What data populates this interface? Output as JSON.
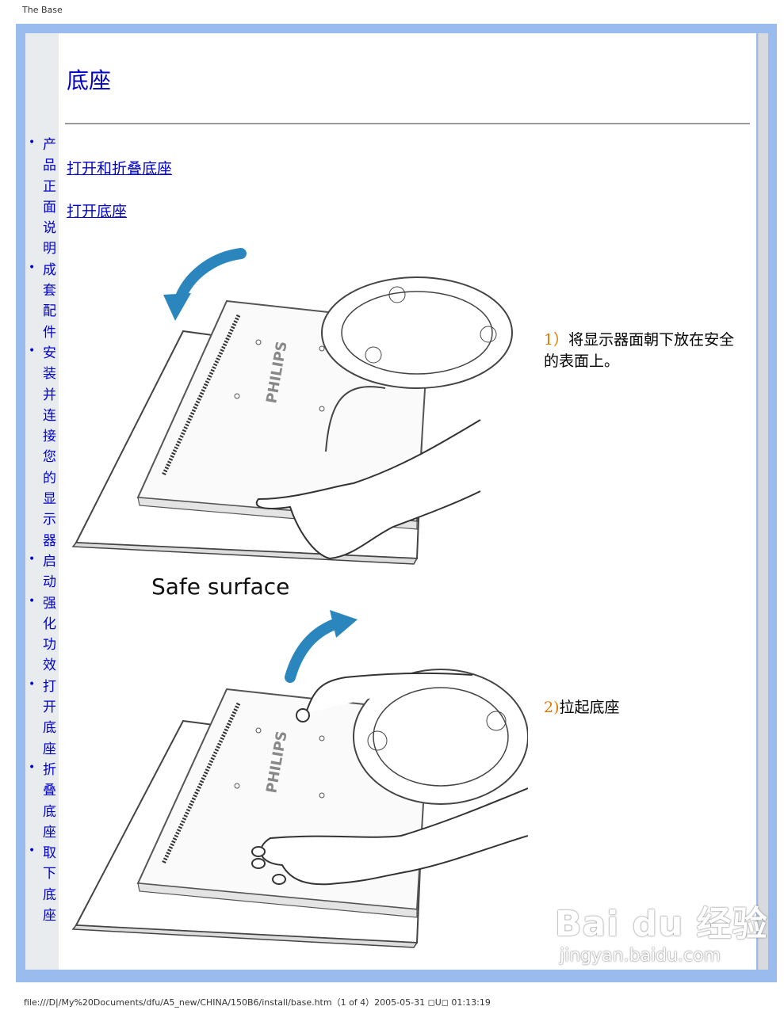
{
  "print_header": "The Base",
  "print_footer": "file:///D|/My%20Documents/dfu/A5_new/CHINA/150B6/install/base.htm（1 of 4）2005-05-31 ◻U◻   01:13:19",
  "page_title": "底座",
  "nav": [
    {
      "label": "产品正面说明"
    },
    {
      "label": "成套配件"
    },
    {
      "label": "安装并连接您的显示器"
    },
    {
      "label": "启动"
    },
    {
      "label": "强化功效"
    },
    {
      "label": "打开底座"
    },
    {
      "label": "折叠底座"
    },
    {
      "label": "取下底座"
    }
  ],
  "links": {
    "open_fold": "打开和折叠底座",
    "open": "打开底座"
  },
  "steps": [
    {
      "num": "1）",
      "text": "将显示器面朝下放在安全的表面上。"
    },
    {
      "num": "2)",
      "text": "拉起底座"
    }
  ],
  "figure": {
    "caption": "Safe surface",
    "brand": "PHILIPS"
  },
  "watermark": {
    "logo": "Bai du 经验",
    "url": "jingyan.baidu.com"
  }
}
